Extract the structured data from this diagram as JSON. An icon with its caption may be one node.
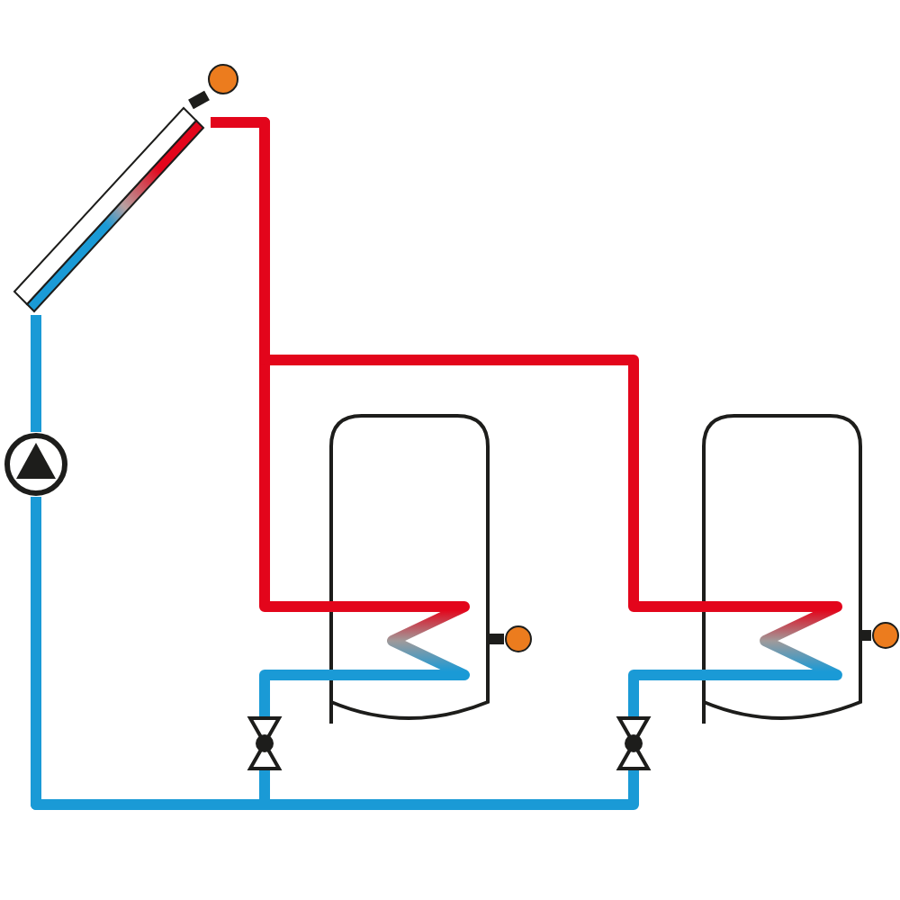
{
  "diagram": {
    "nodes": [
      {
        "text": [],
        "shape": "box"
      },
      {
        "text": [],
        "shape": "circle"
      },
      {
        "text": [],
        "shape": "cylinder"
      },
      {
        "text": [],
        "shape": "cylinder"
      },
      {
        "text": [],
        "shape": "valve"
      },
      {
        "text": [],
        "shape": "valve"
      },
      {
        "text": [],
        "shape": "circle"
      },
      {
        "text": [],
        "shape": "circle"
      },
      {
        "text": [],
        "shape": "circle"
      }
    ],
    "edges": [
      {
        "from": 0,
        "to": 2,
        "arrow": "none",
        "color": "#e3051b"
      },
      {
        "from": 0,
        "to": 3,
        "arrow": "none",
        "color": "#e3051b"
      },
      {
        "from": 2,
        "to": 4,
        "arrow": "none"
      },
      {
        "from": 3,
        "to": 5,
        "arrow": "none"
      },
      {
        "from": 4,
        "to": 1,
        "arrow": "none"
      },
      {
        "from": 5,
        "to": 1,
        "arrow": "none"
      },
      {
        "from": 1,
        "to": 0,
        "arrow": "none"
      },
      {
        "from": 2,
        "to": 6,
        "arrow": "none",
        "color": "#1d1d1b"
      },
      {
        "from": 3,
        "to": 7,
        "arrow": "none",
        "color": "#1d1d1b"
      },
      {
        "from": 0,
        "to": 8,
        "arrow": "none",
        "color": "#1d1d1b"
      }
    ]
  }
}
